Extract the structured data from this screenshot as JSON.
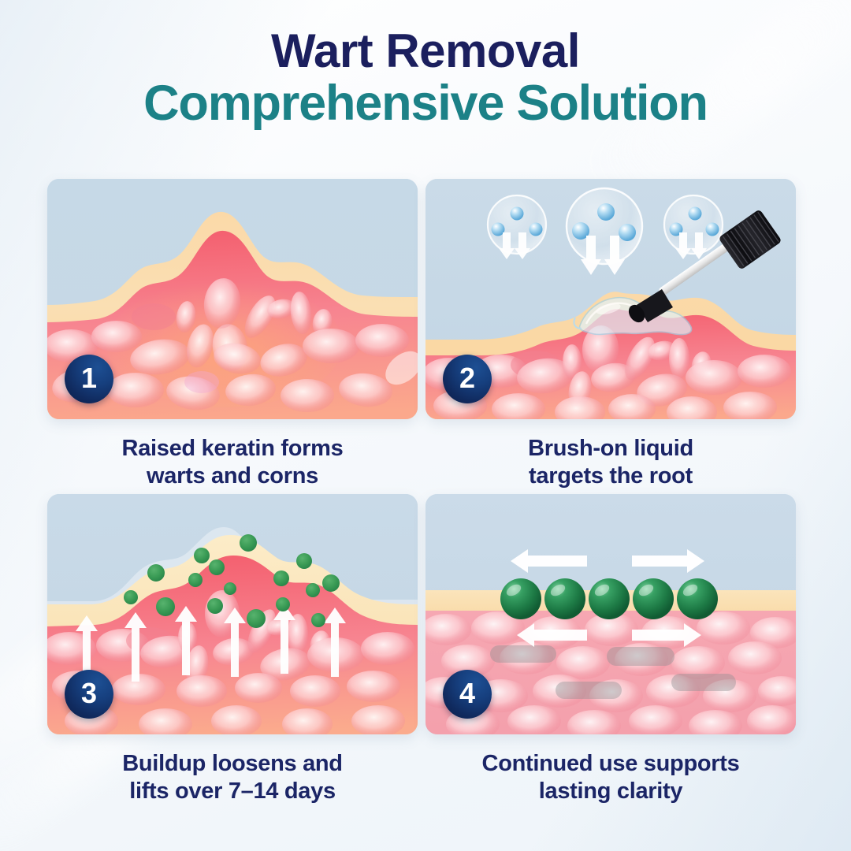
{
  "title": {
    "line1": "Wart Removal",
    "line2": "Comprehensive Solution",
    "line1_color": "#1b1f5e",
    "line2_color": "#1c8187"
  },
  "theme": {
    "background": "#f4f8fb",
    "caption_color": "#1b2566",
    "badge_color": "#102a5e",
    "skin_air": "#c3d6e3",
    "keratin": "#f9e0b0",
    "dermis": "#f6a3ae",
    "wart_pink": "#f4737f",
    "active_green": "#2f9150",
    "arrow_white": "#ffffff",
    "droplet_blue": "#7ec2e8",
    "brush_black": "#15151a"
  },
  "panels": [
    {
      "number": "1",
      "caption": "Raised keratin forms\nwarts and corns",
      "icon_names": [
        "skin-cross-section",
        "raised-wart-bump",
        "keratin-layer",
        "dermis-cells"
      ]
    },
    {
      "number": "2",
      "caption": "Brush-on liquid\ntargets the root",
      "icon_names": [
        "bubble-droplets",
        "down-arrow",
        "brush-applicator",
        "liquid-film"
      ],
      "bubbles": 3,
      "droplets_per_bubble": 3,
      "arrows_per_bubble": 2
    },
    {
      "number": "3",
      "caption": "Buildup loosens and\nlifts over 7–14 days",
      "icon_names": [
        "green-dot",
        "up-arrow",
        "loosened-keratin"
      ],
      "green_dots": 16,
      "up_arrows": 6
    },
    {
      "number": "4",
      "caption": "Continued use supports\nlasting clarity",
      "icon_names": [
        "green-sphere",
        "left-arrow",
        "right-arrow",
        "smoothed-tissue"
      ],
      "green_spheres": 5,
      "arrow_pairs": 2
    }
  ]
}
